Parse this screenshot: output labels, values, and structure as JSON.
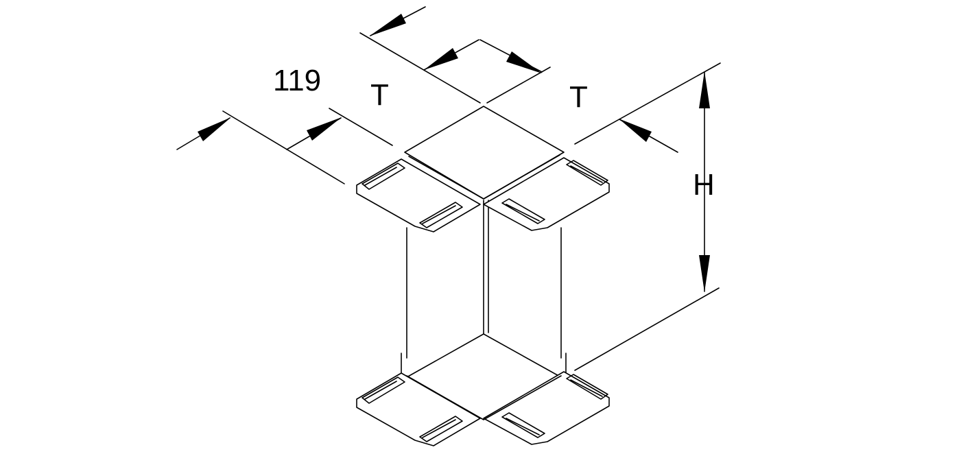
{
  "drawing": {
    "dimension_width": "119",
    "dimension_depth_left": "T",
    "dimension_depth_right": "T",
    "dimension_height": "H",
    "line_color": "#000000",
    "background_color": "#ffffff"
  }
}
